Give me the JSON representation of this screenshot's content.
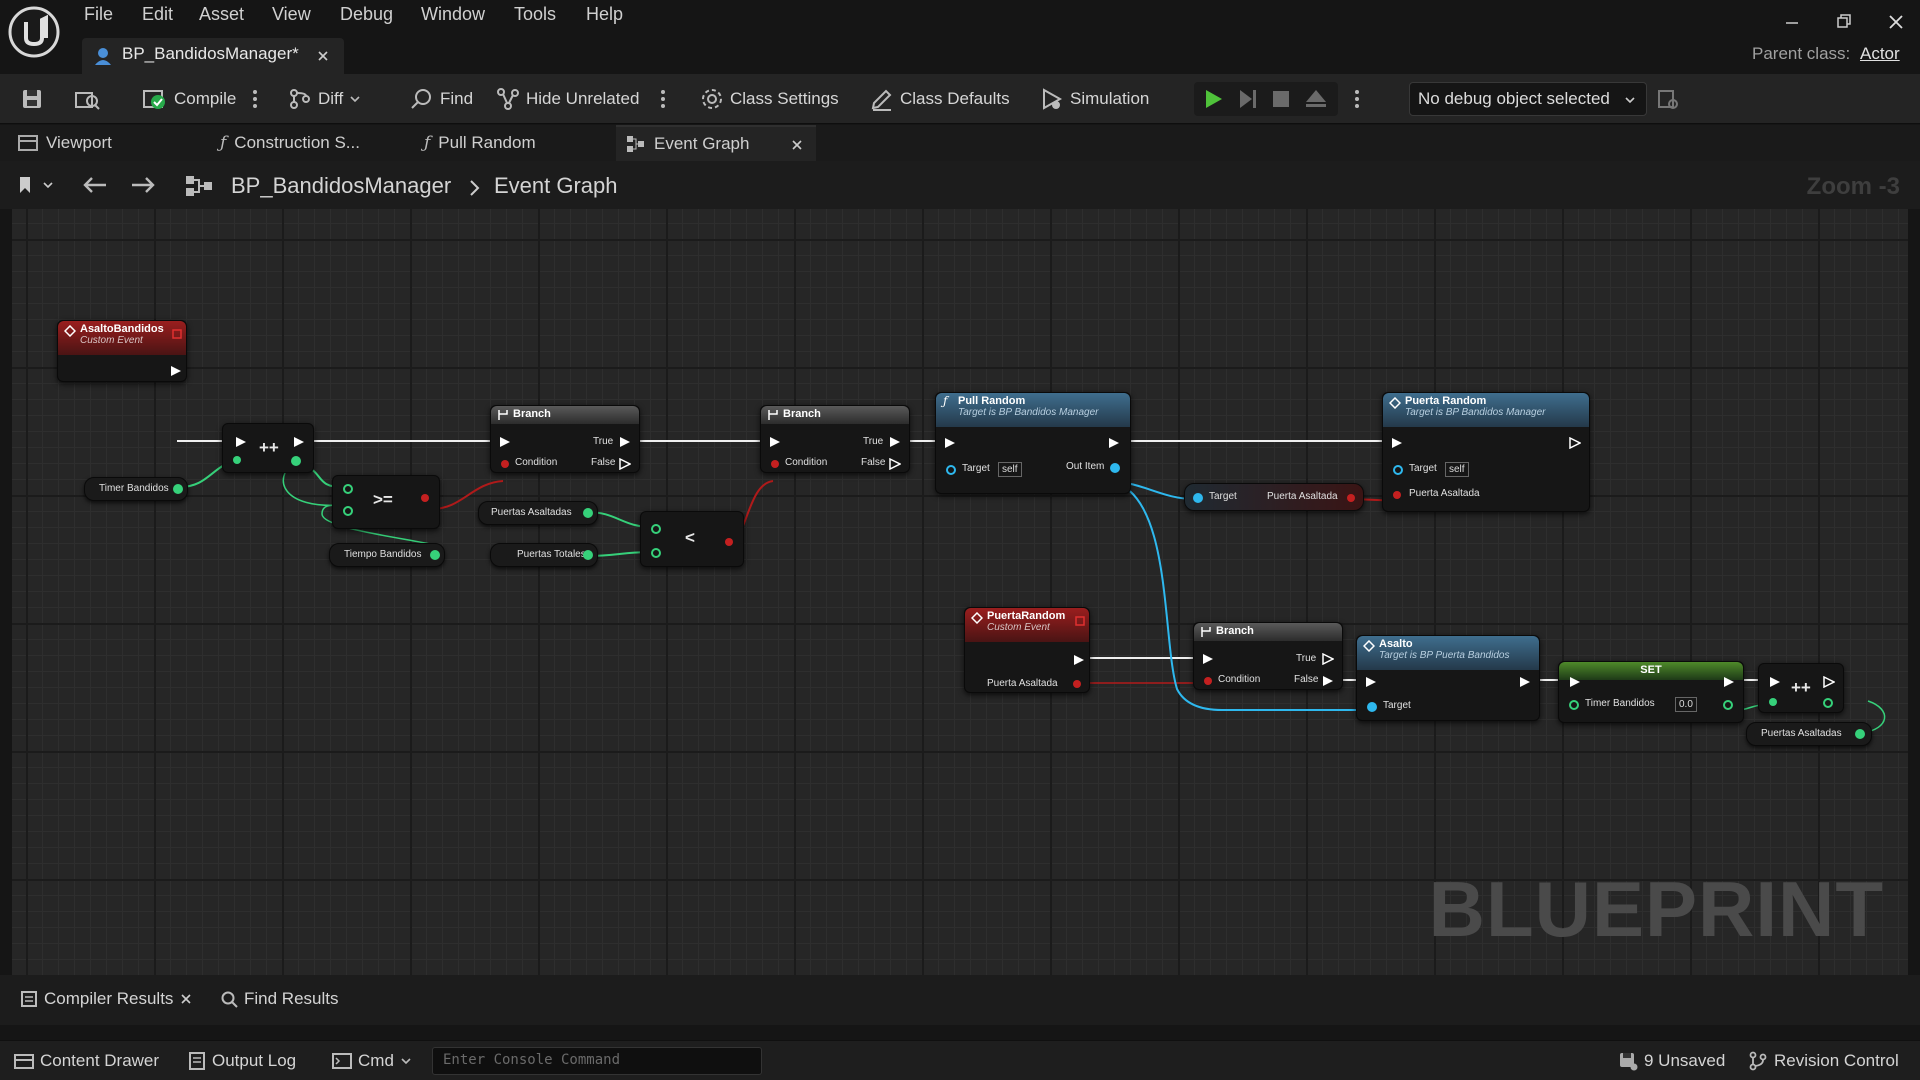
{
  "menu": [
    "File",
    "Edit",
    "Asset",
    "View",
    "Debug",
    "Window",
    "Tools",
    "Help"
  ],
  "document_tab": {
    "title": "BP_BandidosManager*"
  },
  "parent_class": {
    "label": "Parent class:",
    "value": "Actor"
  },
  "toolbar": {
    "compile": "Compile",
    "diff": "Diff",
    "find": "Find",
    "hide_unrelated": "Hide Unrelated",
    "class_settings": "Class Settings",
    "class_defaults": "Class Defaults",
    "simulation": "Simulation",
    "debug_object": "No debug object selected"
  },
  "graph_tabs": [
    "Viewport",
    "Construction S...",
    "Pull Random",
    "Event Graph"
  ],
  "breadcrumb": {
    "blueprint": "BP_BandidosManager",
    "graph": "Event Graph"
  },
  "zoom": "Zoom -3",
  "watermark": "BLUEPRINT",
  "nodes": {
    "asalto_event": {
      "title": "AsaltoBandidos",
      "subtitle": "Custom Event"
    },
    "timer_get": "Timer Bandidos",
    "tiempo_get": "Tiempo Bandidos",
    "increment_1": "++",
    "gte": ">=",
    "branch_1": {
      "title": "Branch",
      "true": "True",
      "false": "False",
      "condition": "Condition"
    },
    "puertas_asaltadas_get": "Puertas Asaltadas",
    "puertas_totales_get": "Puertas Totales",
    "lt": "<",
    "branch_2": {
      "title": "Branch",
      "true": "True",
      "false": "False",
      "condition": "Condition"
    },
    "pull_random": {
      "title": "Pull Random",
      "subtitle": "Target is BP Bandidos Manager",
      "target": "Target",
      "self": "self",
      "out": "Out Item"
    },
    "cast_target": {
      "target": "Target",
      "value": "Puerta Asaltada"
    },
    "puerta_random_call": {
      "title": "Puerta Random",
      "subtitle": "Target is BP Bandidos Manager",
      "target": "Target",
      "self": "self",
      "param": "Puerta Asaltada"
    },
    "puerta_random_event": {
      "title": "PuertaRandom",
      "subtitle": "Custom Event",
      "param": "Puerta Asaltada"
    },
    "branch_3": {
      "title": "Branch",
      "true": "True",
      "false": "False",
      "condition": "Condition"
    },
    "asalto_call": {
      "title": "Asalto",
      "subtitle": "Target is BP Puerta Bandidos",
      "target": "Target"
    },
    "set_node": {
      "title": "SET",
      "var": "Timer Bandidos",
      "value": "0.0"
    },
    "increment_2": "++",
    "puertas_asaltadas_get_2": "Puertas Asaltadas"
  },
  "bottom_tabs": [
    "Compiler Results",
    "Find Results"
  ],
  "statusbar": {
    "content_drawer": "Content Drawer",
    "output_log": "Output Log",
    "cmd": "Cmd",
    "console_placeholder": "Enter Console Command",
    "unsaved": "9 Unsaved",
    "revision": "Revision Control"
  }
}
